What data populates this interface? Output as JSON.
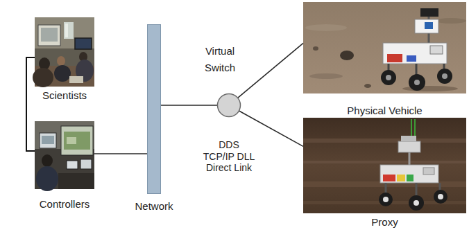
{
  "diagram": {
    "nodes": [
      {
        "text": [
          "Scientists"
        ]
      },
      {
        "text": [
          "Controllers"
        ]
      },
      {
        "text": [
          "Network"
        ]
      },
      {
        "text": [
          "Virtual Switch"
        ]
      },
      {
        "text": [
          "Physical Vehicle"
        ]
      },
      {
        "text": [
          "Proxy"
        ]
      }
    ],
    "edges": [
      {
        "from": 0,
        "to": 1,
        "arrow": "none"
      },
      {
        "from": 1,
        "to": 2,
        "arrow": "none"
      },
      {
        "from": 2,
        "to": 3,
        "arrow": "none"
      },
      {
        "from": 3,
        "to": 4,
        "arrow": "none"
      },
      {
        "from": 3,
        "to": 5,
        "arrow": "none"
      }
    ],
    "labels": [
      "DDS",
      "TCP/IP DLL",
      "Direct Link"
    ]
  }
}
